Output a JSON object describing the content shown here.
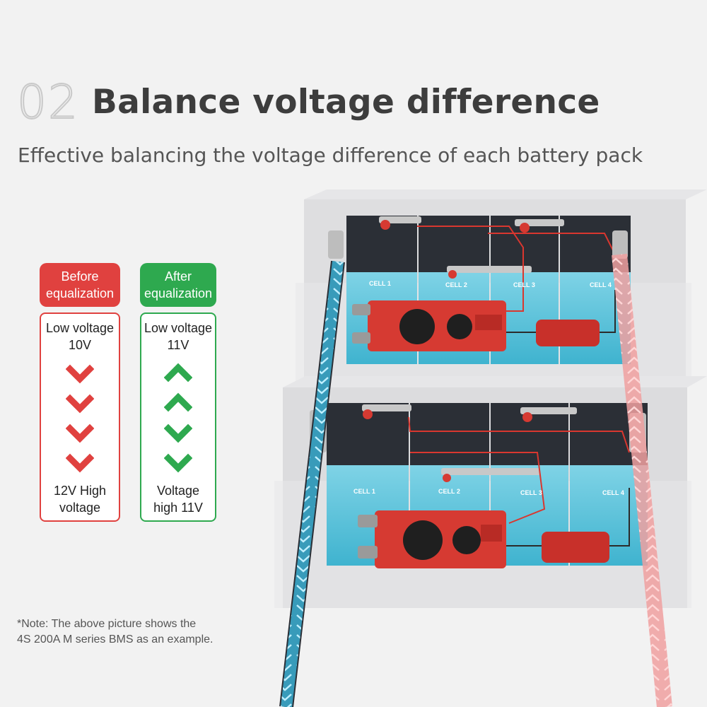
{
  "heading": {
    "number": "02",
    "title": "Balance voltage difference"
  },
  "subtitle": "Effective balancing the voltage difference of each battery pack",
  "before": {
    "label_line1": "Before",
    "label_line2": "equalization",
    "top_line1": "Low voltage",
    "top_line2": "10V",
    "bottom_line1": "12V High",
    "bottom_line2": "voltage",
    "color": "#e0413f"
  },
  "after": {
    "label_line1": "After",
    "label_line2": "equalization",
    "top_line1": "Low voltage",
    "top_line2": "11V",
    "bottom_line1": "Voltage",
    "bottom_line2": "high 11V",
    "color": "#2ea94f"
  },
  "cells": {
    "c1": "CELL 1",
    "c2": "CELL 2",
    "c3": "CELL 3",
    "c4": "CELL 4"
  },
  "note": {
    "line1": "*Note: The above picture shows the",
    "line2": "4S 200A M series BMS as an example."
  },
  "colors": {
    "cell": "#5fc3db",
    "cell_top": "#2b2f36",
    "bms": "#d63a32",
    "wire": "#d9372f",
    "tray": "#d7d7d9"
  }
}
